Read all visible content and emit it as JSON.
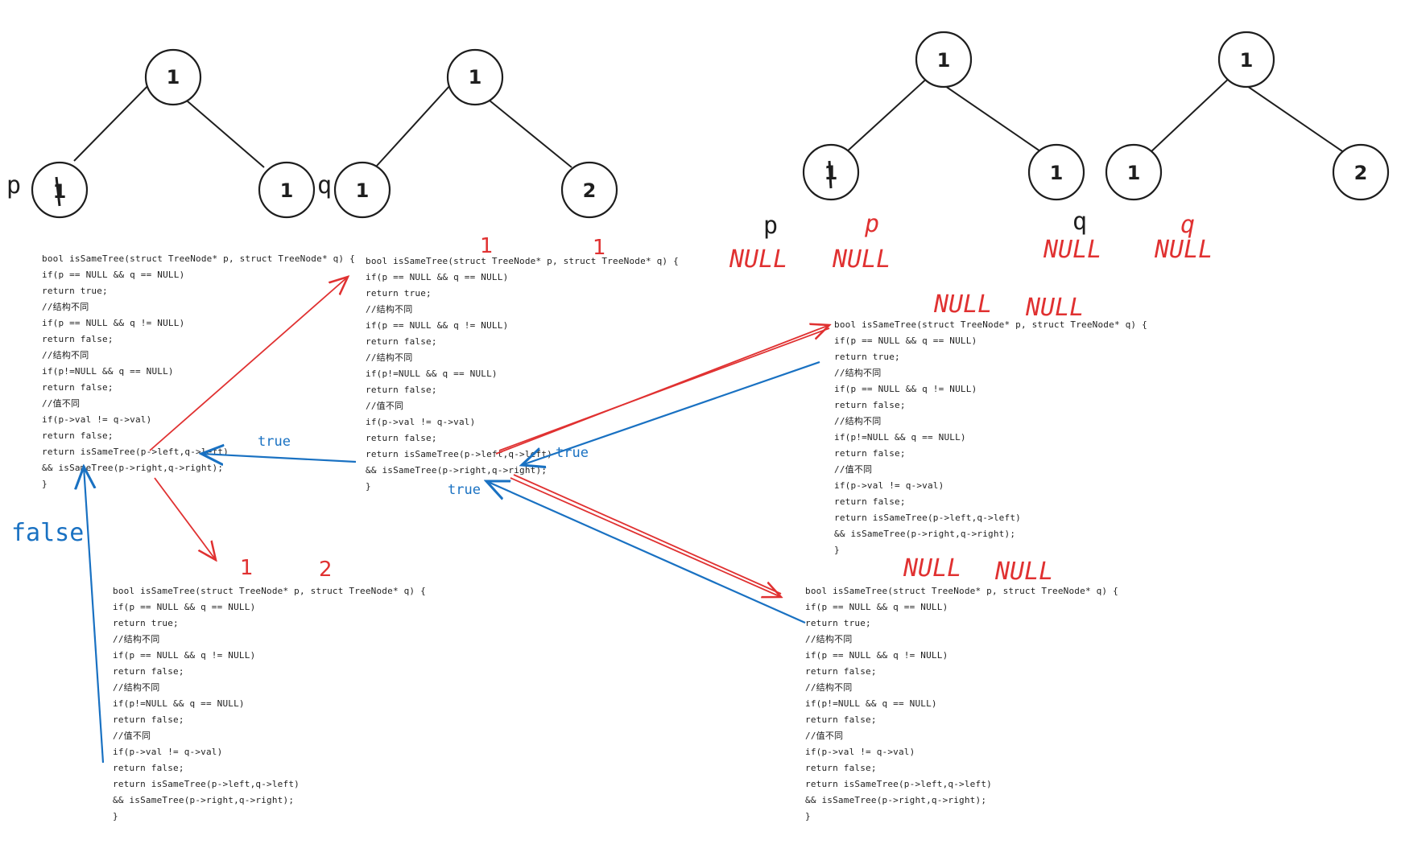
{
  "colors": {
    "ink": "#1e1e1e",
    "red": "#e03131",
    "blue": "#1971c2"
  },
  "trees": {
    "t1_root": "1",
    "t1_left": "1",
    "t1_right": "1",
    "t2_root": "1",
    "t2_left": "1",
    "t2_right": "2",
    "t3_root": "1",
    "t3_left": "1",
    "t3_right": "1",
    "t4_root": "1",
    "t4_left": "1",
    "t4_right": "2"
  },
  "pointers": {
    "p": "p",
    "q": "q"
  },
  "code": [
    "bool isSameTree(struct TreeNode* p, struct TreeNode* q) {",
    "if(p == NULL && q == NULL)",
    "return true;",
    "//结构不同",
    "if(p == NULL && q != NULL)",
    "return false;",
    "//结构不同",
    "if(p!=NULL && q == NULL)",
    "return false;",
    "//值不同",
    "if(p->val != q->val)",
    "return false;",
    "return isSameTree(p->left,q->left)",
    "&& isSameTree(p->right,q->right);",
    "}"
  ],
  "annotations": {
    "null": "NULL",
    "red_one": "1",
    "red_two": "2",
    "true": "true",
    "false": "false"
  }
}
